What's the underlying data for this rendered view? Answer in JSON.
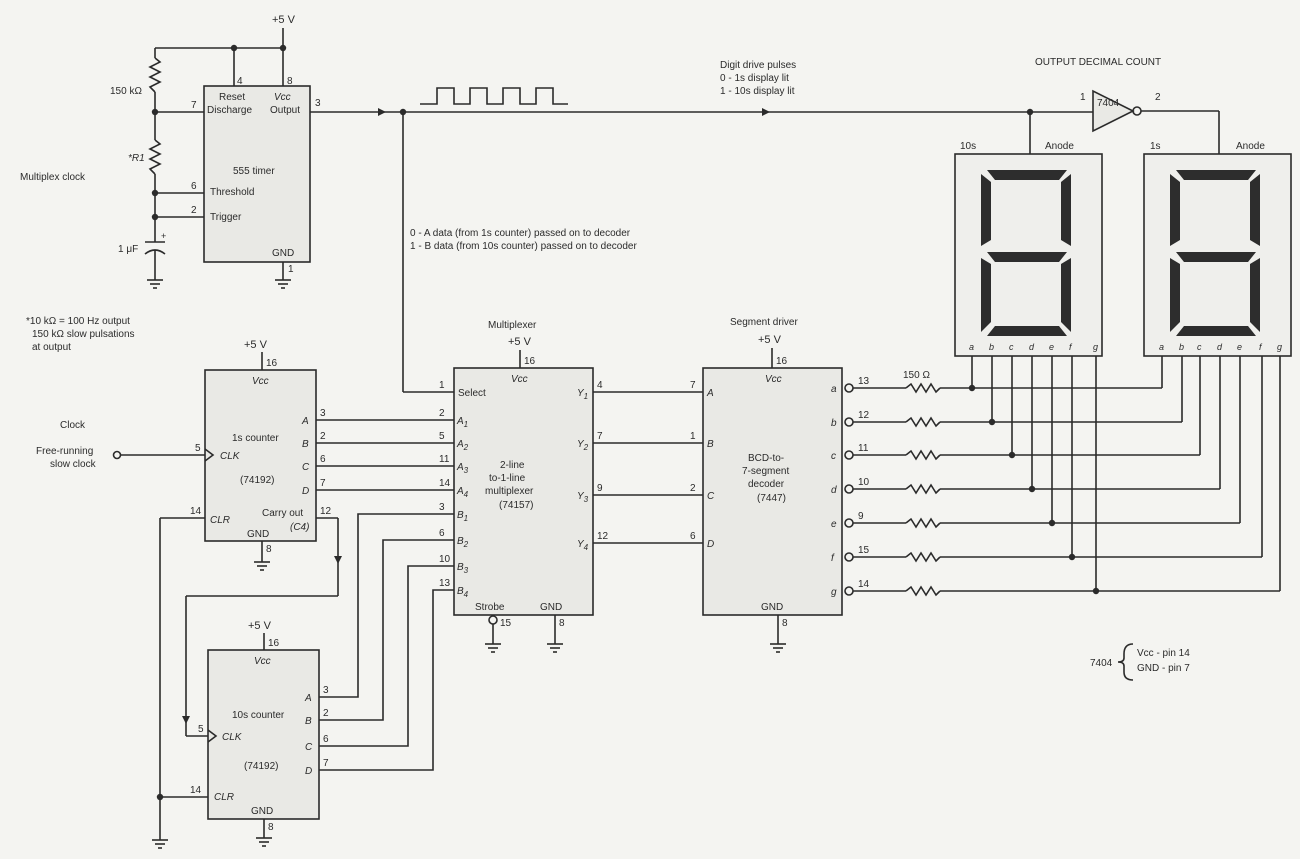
{
  "supply": {
    "top": "+5 V",
    "chip": "+5 V"
  },
  "notes": {
    "multiplex_clock": "Multiplex clock",
    "r1_note_1": "*10 kΩ = 100 Hz output",
    "r1_note_2": "150 kΩ slow pulsations",
    "r1_note_3": "at output",
    "clock": "Clock",
    "freerun_1": "Free-running",
    "freerun_2": "slow clock",
    "drive_1": "Digit drive pulses",
    "drive_2": "0 - 1s display lit",
    "drive_3": "1 - 10s display lit",
    "data_1": "0 - A data (from 1s counter) passed on to decoder",
    "data_2": "1 - B data (from 10s counter) passed on to decoder",
    "output_title": "OUTPUT DECIMAL COUNT",
    "pwr_chip": "7404",
    "pwr_vcc": "Vcc - pin 14",
    "pwr_gnd": "GND - pin 7"
  },
  "timer": {
    "title": "555 timer",
    "reset": "Reset",
    "discharge": "Discharge",
    "vcc": "Vcc",
    "output": "Output",
    "threshold": "Threshold",
    "trigger": "Trigger",
    "gnd": "GND",
    "pins": {
      "reset": "4",
      "vcc": "8",
      "output": "3",
      "discharge": "7",
      "threshold": "6",
      "trigger": "2",
      "gnd": "1"
    },
    "r_top": "150 kΩ",
    "r1": "*R1",
    "cap": "1 μF"
  },
  "counter1": {
    "title": "1s counter",
    "part": "(74192)",
    "vcc": "Vcc",
    "clk": "CLK",
    "clr": "CLR",
    "gnd": "GND",
    "carry_1": "Carry out",
    "carry_2": "(C4)",
    "pins": {
      "vcc": "16",
      "clk": "5",
      "clr": "14",
      "gnd": "8",
      "carry": "12",
      "a": "3",
      "b": "2",
      "c": "6",
      "d": "7"
    },
    "out_labels": [
      "A",
      "B",
      "C",
      "D"
    ]
  },
  "counter10": {
    "title": "10s counter",
    "part": "(74192)",
    "vcc": "Vcc",
    "clk": "CLK",
    "clr": "CLR",
    "gnd": "GND",
    "pins": {
      "vcc": "16",
      "clk": "5",
      "clr": "14",
      "gnd": "8",
      "a": "3",
      "b": "2",
      "c": "6",
      "d": "7"
    },
    "out_labels": [
      "A",
      "B",
      "C",
      "D"
    ]
  },
  "mux": {
    "heading": "Multiplexer",
    "vcc": "Vcc",
    "name_1": "2-line",
    "name_2": "to-1-line",
    "name_3": "multiplexer",
    "part": "(74157)",
    "select": "Select",
    "strobe": "Strobe",
    "gnd": "GND",
    "in_labels": [
      "A1",
      "A2",
      "A3",
      "A4",
      "B1",
      "B2",
      "B3",
      "B4"
    ],
    "in_pins": [
      "2",
      "5",
      "11",
      "14",
      "3",
      "6",
      "10",
      "13"
    ],
    "out_labels": [
      "Y1",
      "Y2",
      "Y3",
      "Y4"
    ],
    "out_pins": [
      "4",
      "7",
      "9",
      "12"
    ],
    "pins": {
      "vcc": "16",
      "select": "1",
      "strobe": "15",
      "gnd": "8"
    }
  },
  "decoder": {
    "heading": "Segment driver",
    "vcc": "Vcc",
    "name_1": "BCD-to-",
    "name_2": "7-segment",
    "name_3": "decoder",
    "part": "(7447)",
    "gnd": "GND",
    "in_labels": [
      "A",
      "B",
      "C",
      "D"
    ],
    "in_pins": [
      "7",
      "1",
      "2",
      "6"
    ],
    "out_labels": [
      "a",
      "b",
      "c",
      "d",
      "e",
      "f",
      "g"
    ],
    "out_pins": [
      "13",
      "12",
      "11",
      "10",
      "9",
      "15",
      "14"
    ],
    "pins": {
      "vcc": "16",
      "gnd": "8"
    },
    "resistor": "150 Ω"
  },
  "inverter": {
    "part": "7404",
    "pin_in": "1",
    "pin_out": "2"
  },
  "display10": {
    "name": "10s",
    "anode": "Anode",
    "segments": [
      "a",
      "b",
      "c",
      "d",
      "e",
      "f",
      "g"
    ]
  },
  "display1": {
    "name": "1s",
    "anode": "Anode",
    "segments": [
      "a",
      "b",
      "c",
      "d",
      "e",
      "f",
      "g"
    ]
  }
}
